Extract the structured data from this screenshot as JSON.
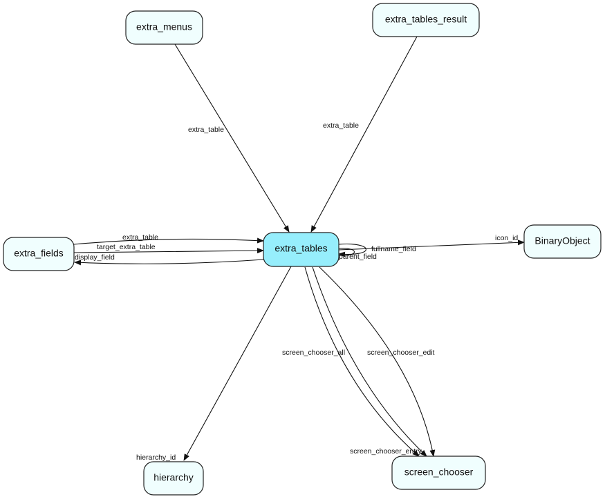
{
  "nodes": {
    "extra_tables": "extra_tables",
    "extra_menus": "extra_menus",
    "extra_tables_result": "extra_tables_result",
    "extra_fields": "extra_fields",
    "binary_object": "BinaryObject",
    "hierarchy": "hierarchy",
    "screen_chooser": "screen_chooser"
  },
  "edges": {
    "menus_extra_table": "extra_table",
    "result_extra_table": "extra_table",
    "fields_extra_table": "extra_table",
    "fields_target_extra_table": "target_extra_table",
    "display_field": "display_field",
    "fullname_field": "fullname_field",
    "parent_field": "parent_field",
    "icon_id": "icon_id",
    "hierarchy_id": "hierarchy_id",
    "screen_chooser_all": "screen_chooser_all",
    "screen_chooser_edit": "screen_chooser_edit",
    "screen_chooser_entry": "screen_chooser_entry"
  },
  "colors": {
    "center_node": "#96eefc",
    "node": "#f0fefe"
  }
}
